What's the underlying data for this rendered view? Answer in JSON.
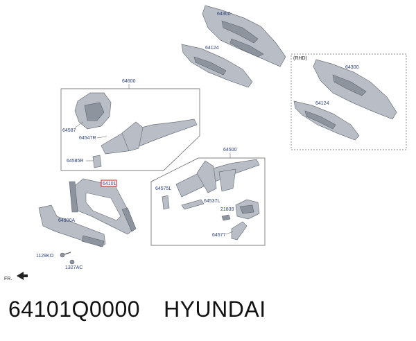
{
  "diagram": {
    "labels": {
      "dash_upper": "64300",
      "dash_lower": "64124",
      "rhd_tag": "(RHD)",
      "rhd_dash_upper": "64300",
      "rhd_dash_lower": "64124",
      "left_group": "64600",
      "part_64587": "64587",
      "part_64547r": "64547R",
      "part_64585r": "64585R",
      "carrier": "64101",
      "right_group": "64500",
      "part_64575l": "64575L",
      "part_64537l": "64537L",
      "part_21839": "21839",
      "part_64577": "64577",
      "crossmember": "64900A",
      "bolt": "1129KO",
      "nut": "1327AC",
      "front_marker": "FR."
    },
    "highlight_color": "#d9262b"
  },
  "caption": {
    "part_number": "64101Q0000",
    "brand": "HYUNDAI"
  }
}
